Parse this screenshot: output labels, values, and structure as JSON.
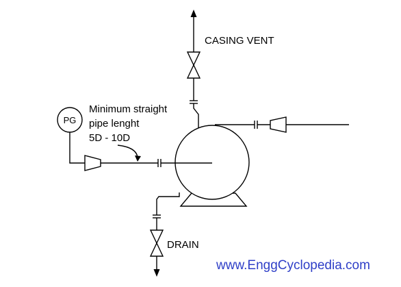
{
  "labels": {
    "casing_vent": "CASING VENT",
    "min_straight_line1": "Minimum straight",
    "min_straight_line2": "pipe lenght",
    "min_straight_line3": "5D - 10D",
    "drain": "DRAIN",
    "pressure_gauge": "PG",
    "website": "www.EnggCyclopedia.com"
  },
  "colors": {
    "line": "#000000",
    "website_text": "#2e3ec7"
  }
}
